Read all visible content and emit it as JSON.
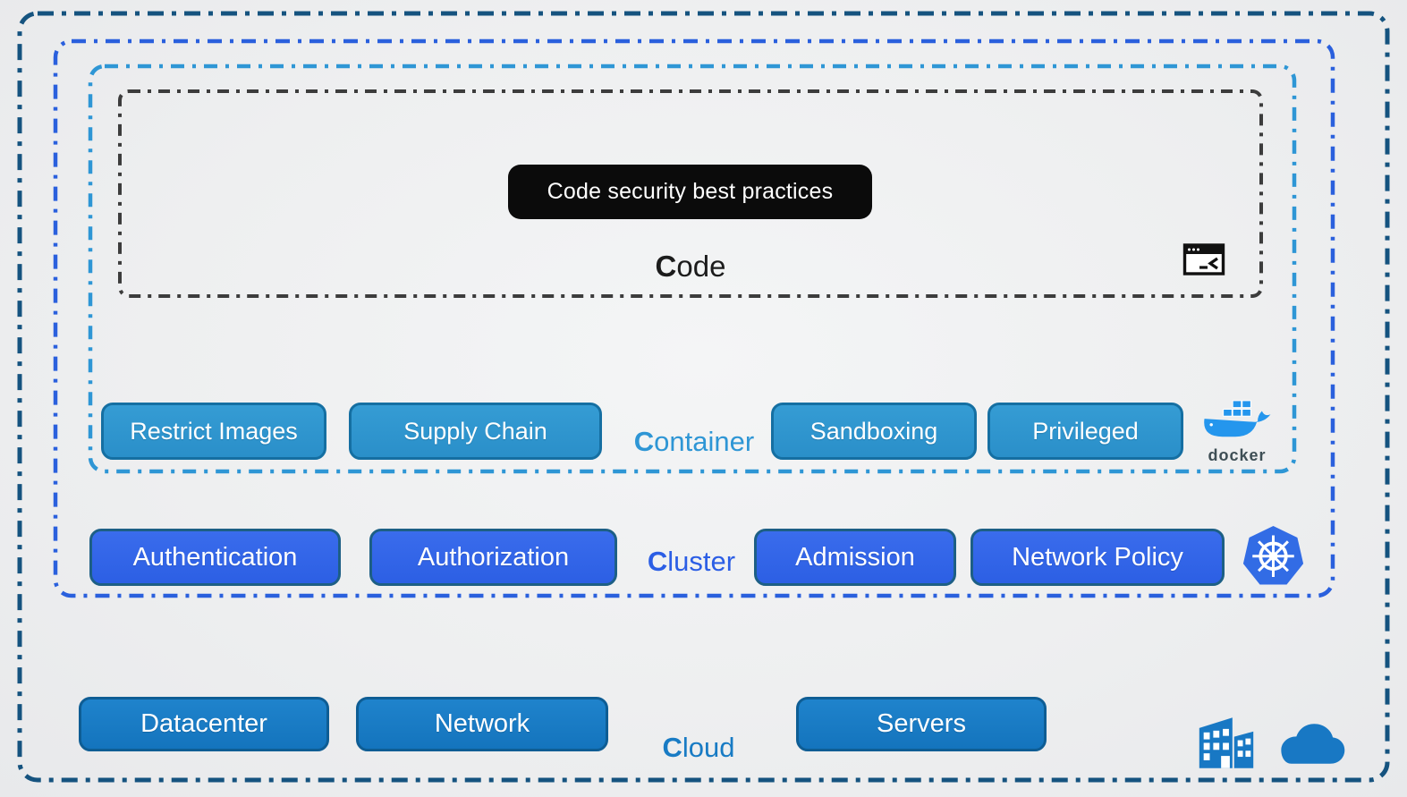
{
  "layers": {
    "code": {
      "label": "Code",
      "banner": "Code security best practices",
      "border_color": "#3c3c3c",
      "text_color": "#1c1c1c",
      "icon": "terminal-window-icon"
    },
    "container": {
      "label": "Container",
      "border_color": "#2e96d5",
      "label_color": "#2e96d5",
      "pill_fill": "#2d96cf",
      "pill_border": "#156fa2",
      "pills": [
        "Restrict Images",
        "Supply Chain",
        "Sandboxing",
        "Privileged"
      ],
      "logo": "docker-logo",
      "logo_caption": "docker"
    },
    "cluster": {
      "label": "Cluster",
      "border_color": "#2a60dd",
      "label_color": "#2b5ee5",
      "pill_fill": "#2f63e8",
      "pill_border": "#1d5f85",
      "pills": [
        "Authentication",
        "Authorization",
        "Admission",
        "Network Policy"
      ],
      "logo": "kubernetes-logo",
      "logo_color": "#326ce5"
    },
    "cloud": {
      "label": "Cloud",
      "border_color": "#15537f",
      "label_color": "#187bc4",
      "pill_fill": "#1779c4",
      "pill_border": "#0e5d94",
      "pills": [
        "Datacenter",
        "Network",
        "Servers"
      ],
      "icons": [
        "datacenter-building-icon",
        "cloud-icon"
      ],
      "icon_color": "#1878c4"
    }
  }
}
